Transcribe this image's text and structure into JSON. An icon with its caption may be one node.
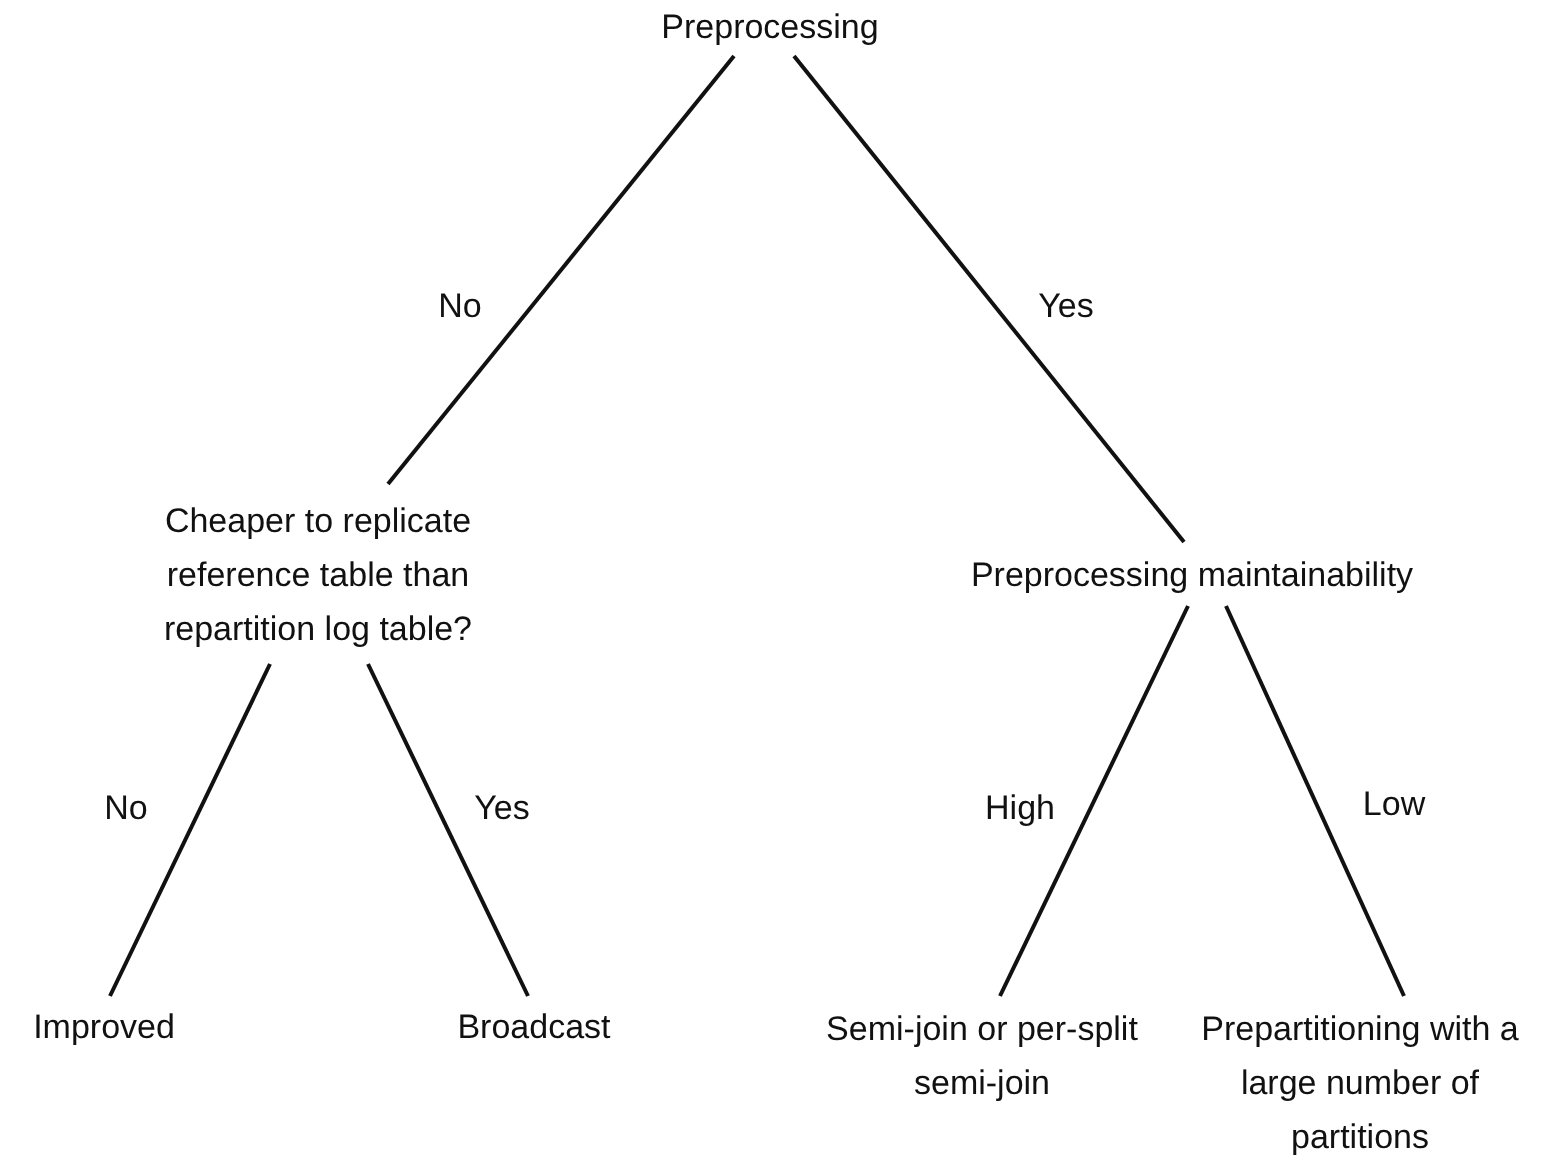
{
  "diagram": {
    "nodes": [
      {
        "text": [
          "Preprocessing"
        ]
      },
      {
        "text": [
          "Cheaper to replicate reference table than repartition log table?"
        ]
      },
      {
        "text": [
          "Preprocessing maintainability"
        ]
      },
      {
        "text": [
          "Improved"
        ]
      },
      {
        "text": [
          "Broadcast"
        ]
      },
      {
        "text": [
          "Semi-join or per-split semi-join"
        ]
      },
      {
        "text": [
          "Prepartitioning with a large number of partitions"
        ]
      }
    ],
    "edges": [
      {
        "from": 0,
        "to": 1,
        "arrow": "none",
        "label": "No"
      },
      {
        "from": 0,
        "to": 2,
        "arrow": "none",
        "label": "Yes"
      },
      {
        "from": 1,
        "to": 3,
        "arrow": "none",
        "label": "No"
      },
      {
        "from": 1,
        "to": 4,
        "arrow": "none",
        "label": "Yes"
      },
      {
        "from": 2,
        "to": 5,
        "arrow": "none",
        "label": "High"
      },
      {
        "from": 2,
        "to": 6,
        "arrow": "none",
        "label": "Low"
      }
    ]
  }
}
